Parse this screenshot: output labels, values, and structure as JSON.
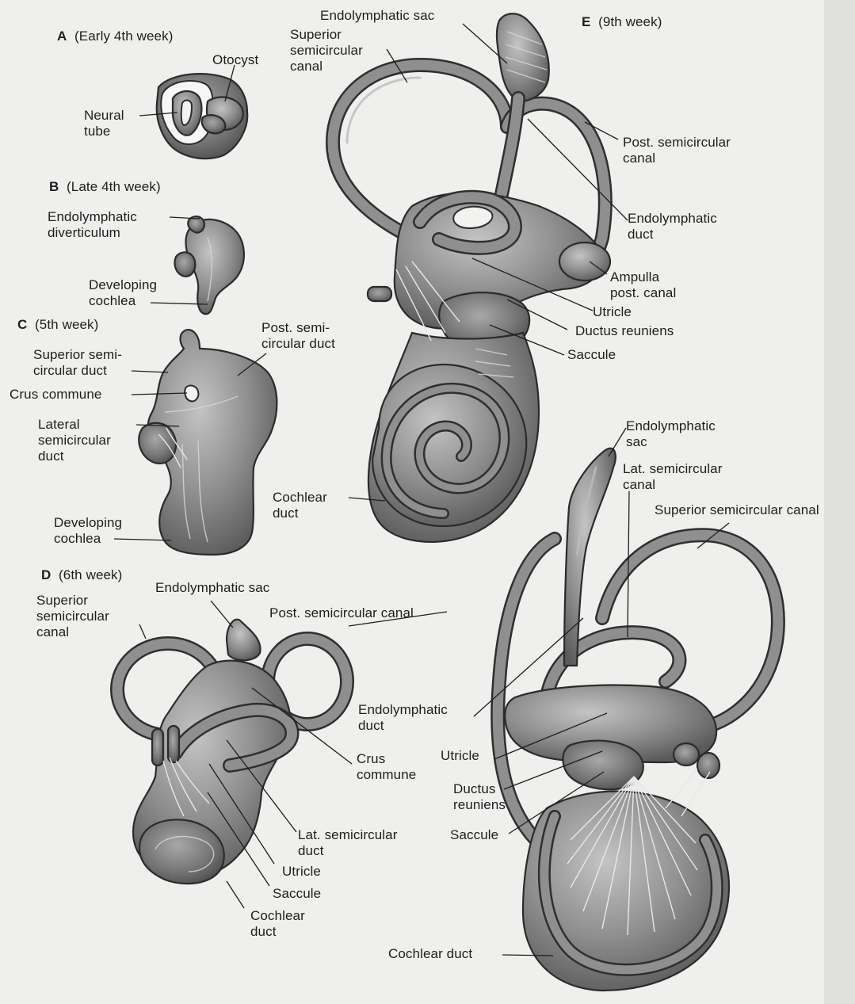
{
  "panels": {
    "A": {
      "letter": "A",
      "stage": "(Early 4th week)",
      "labels": {
        "otocyst": "Otocyst",
        "neural_tube": "Neural\ntube"
      }
    },
    "B": {
      "letter": "B",
      "stage": "(Late 4th week)",
      "labels": {
        "endolymphatic_diverticulum": "Endolymphatic\ndiverticulum",
        "developing_cochlea": "Developing\ncochlea"
      }
    },
    "C": {
      "letter": "C",
      "stage": "(5th week)",
      "labels": {
        "post_semicircular_duct": "Post. semi-\ncircular duct",
        "superior_semicircular_duct": "Superior semi-\ncircular duct",
        "crus_commune": "Crus commune",
        "lateral_semicircular_duct": "Lateral\nsemicircular\nduct",
        "developing_cochlea": "Developing\ncochlea"
      }
    },
    "D": {
      "letter": "D",
      "stage": "(6th week)",
      "labels": {
        "superior_semicircular_canal": "Superior\nsemicircular\ncanal",
        "endolymphatic_sac": "Endolymphatic sac",
        "post_semicircular_canal": "Post. semicircular canal",
        "crus_commune": "Crus\ncommune",
        "lat_semicircular_duct": "Lat. semicircular\nduct",
        "utricle": "Utricle",
        "saccule": "Saccule",
        "cochlear_duct": "Cochlear\nduct"
      }
    },
    "E": {
      "letter": "E",
      "stage": "(9th week)",
      "labels": {
        "endolymphatic_sac": "Endolymphatic sac",
        "superior_semicircular_canal": "Superior\nsemicircular\ncanal",
        "post_semicircular_canal": "Post. semicircular\ncanal",
        "endolymphatic_duct": "Endolymphatic\nduct",
        "ampulla_post_canal": "Ampulla\npost. canal",
        "utricle": "Utricle",
        "ductus_reuniens": "Ductus reuniens",
        "saccule": "Saccule",
        "cochlear_duct": "Cochlear\nduct"
      }
    },
    "E2": {
      "labels": {
        "endolymphatic_sac": "Endolymphatic\nsac",
        "lat_semicircular_canal": "Lat. semicircular\ncanal",
        "superior_semicircular_canal": "Superior semicircular canal",
        "endolymphatic_duct": "Endolymphatic\nduct",
        "utricle": "Utricle",
        "ductus_reuniens": "Ductus\nreuniens",
        "saccule": "Saccule",
        "cochlear_duct": "Cochlear duct"
      }
    }
  },
  "colors": {
    "background": "#efefed",
    "tissue": "#8c8c8c",
    "outline": "#2b2b2b"
  }
}
